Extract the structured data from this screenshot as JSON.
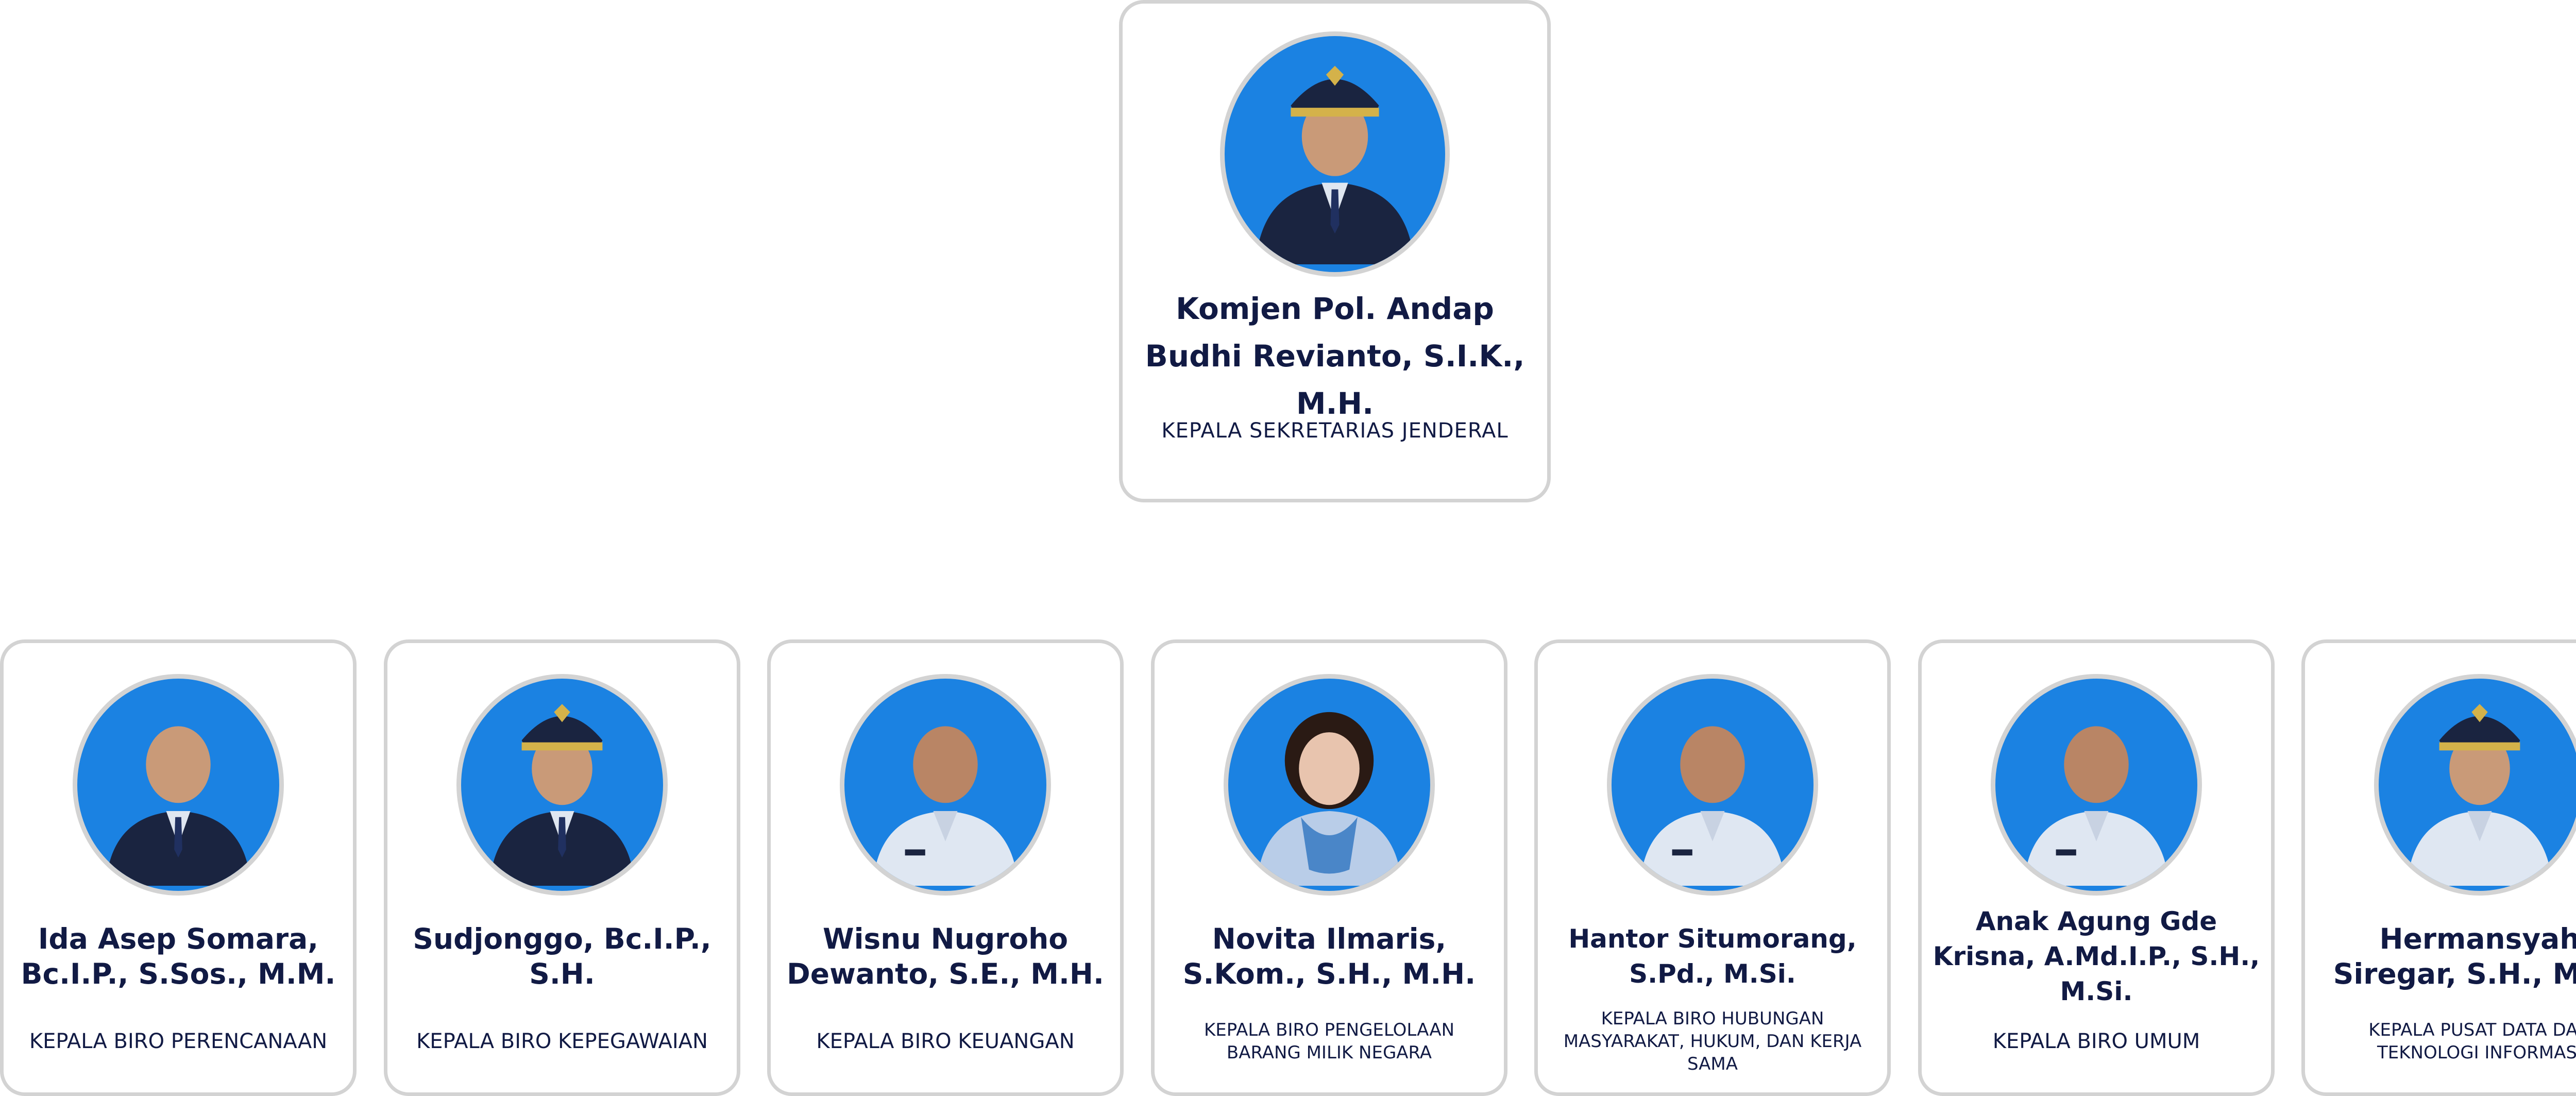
{
  "head": {
    "name": "Komjen Pol. Andap Budhi Revianto, S.I.K., M.H.",
    "role": "KEPALA SEKRETARIAS JENDERAL"
  },
  "officials": [
    {
      "name": "Ida Asep Somara, Bc.I.P., S.Sos., M.M.",
      "role": "KEPALA BIRO PERENCANAAN"
    },
    {
      "name": "Sudjonggo, Bc.I.P., S.H.",
      "role": "KEPALA BIRO KEPEGAWAIAN"
    },
    {
      "name": "Wisnu Nugroho Dewanto, S.E., M.H.",
      "role": "KEPALA BIRO KEUANGAN"
    },
    {
      "name": "Novita Ilmaris, S.Kom., S.H., M.H.",
      "role": "KEPALA BIRO PENGELOLAAN BARANG MILIK NEGARA"
    },
    {
      "name": "Hantor Situmorang, S.Pd., M.Si.",
      "role": "KEPALA BIRO HUBUNGAN MASYARAKAT, HUKUM, DAN KERJA SAMA"
    },
    {
      "name": "Anak Agung Gde Krisna, A.Md.I.P., S.H., M.Si.",
      "role": "KEPALA BIRO UMUM"
    },
    {
      "name": "Hermansyah Siregar, S.H., M.H.",
      "role": "KEPALA PUSAT DATA DAN TEKNOLOGI INFORMASI"
    }
  ],
  "colors": {
    "photo_background": "#1b82e2",
    "card_border": "#d3d3d3",
    "text": "#111a44"
  },
  "icons": {
    "portrait": "person-silhouette-icon"
  }
}
